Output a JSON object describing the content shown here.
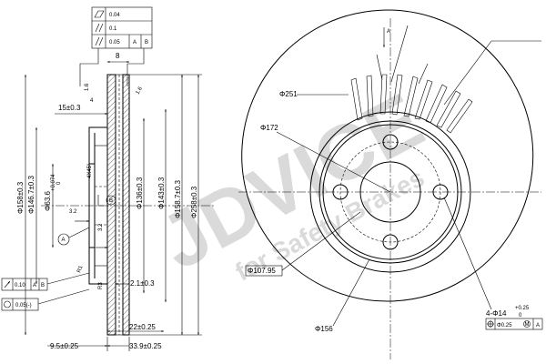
{
  "watermark": {
    "brand": "JDVICE",
    "slogan": "for Safety Brakes"
  },
  "tolerance_frame_top": {
    "rows": [
      {
        "symbol": "flatness-icon",
        "value": "0.04",
        "datums": []
      },
      {
        "symbol": "parallelism-icon",
        "value": "0.1",
        "datums": []
      },
      {
        "symbol": "parallelism-icon",
        "value": "0.05",
        "datums": [
          "A",
          "B"
        ]
      }
    ]
  },
  "tolerance_frame_bottom": {
    "rows": [
      {
        "symbol": "runout-icon",
        "value": "0.10",
        "datums": [
          "A",
          "B"
        ]
      },
      {
        "symbol": "circle-icon",
        "value": "0.05(-)",
        "datums": []
      }
    ]
  },
  "section_view": {
    "horizontal_dims": [
      "8",
      "15±0.3",
      "2.1±0.3",
      "22±0.25",
      "9.5±0.25",
      "33.9±0.25"
    ],
    "vertical_dims": [
      "Φ158±0.3",
      "Φ146.7±0.3",
      "Φ63.6",
      "+0.074",
      "0",
      "Φ136±0.3",
      "Φ143±0.3",
      "Φ158.7±0.3",
      "Φ258±0.3"
    ],
    "small_labels": [
      "1.6",
      "4",
      "1.6",
      "4X45°",
      "3.2",
      "3.2",
      "R1",
      "R3"
    ],
    "datum_labels": [
      "A",
      "B"
    ]
  },
  "face_view": {
    "diameter_labels": [
      "Φ251",
      "Φ172",
      "Φ107.95",
      "Φ156"
    ],
    "section_arrow_label": "A",
    "hole_callout": {
      "count_dia": "4-Φ14",
      "tol_upper": "+0.25",
      "tol_lower": "0",
      "position": "Φ0.25",
      "modifier": "M",
      "datum": "A"
    }
  }
}
